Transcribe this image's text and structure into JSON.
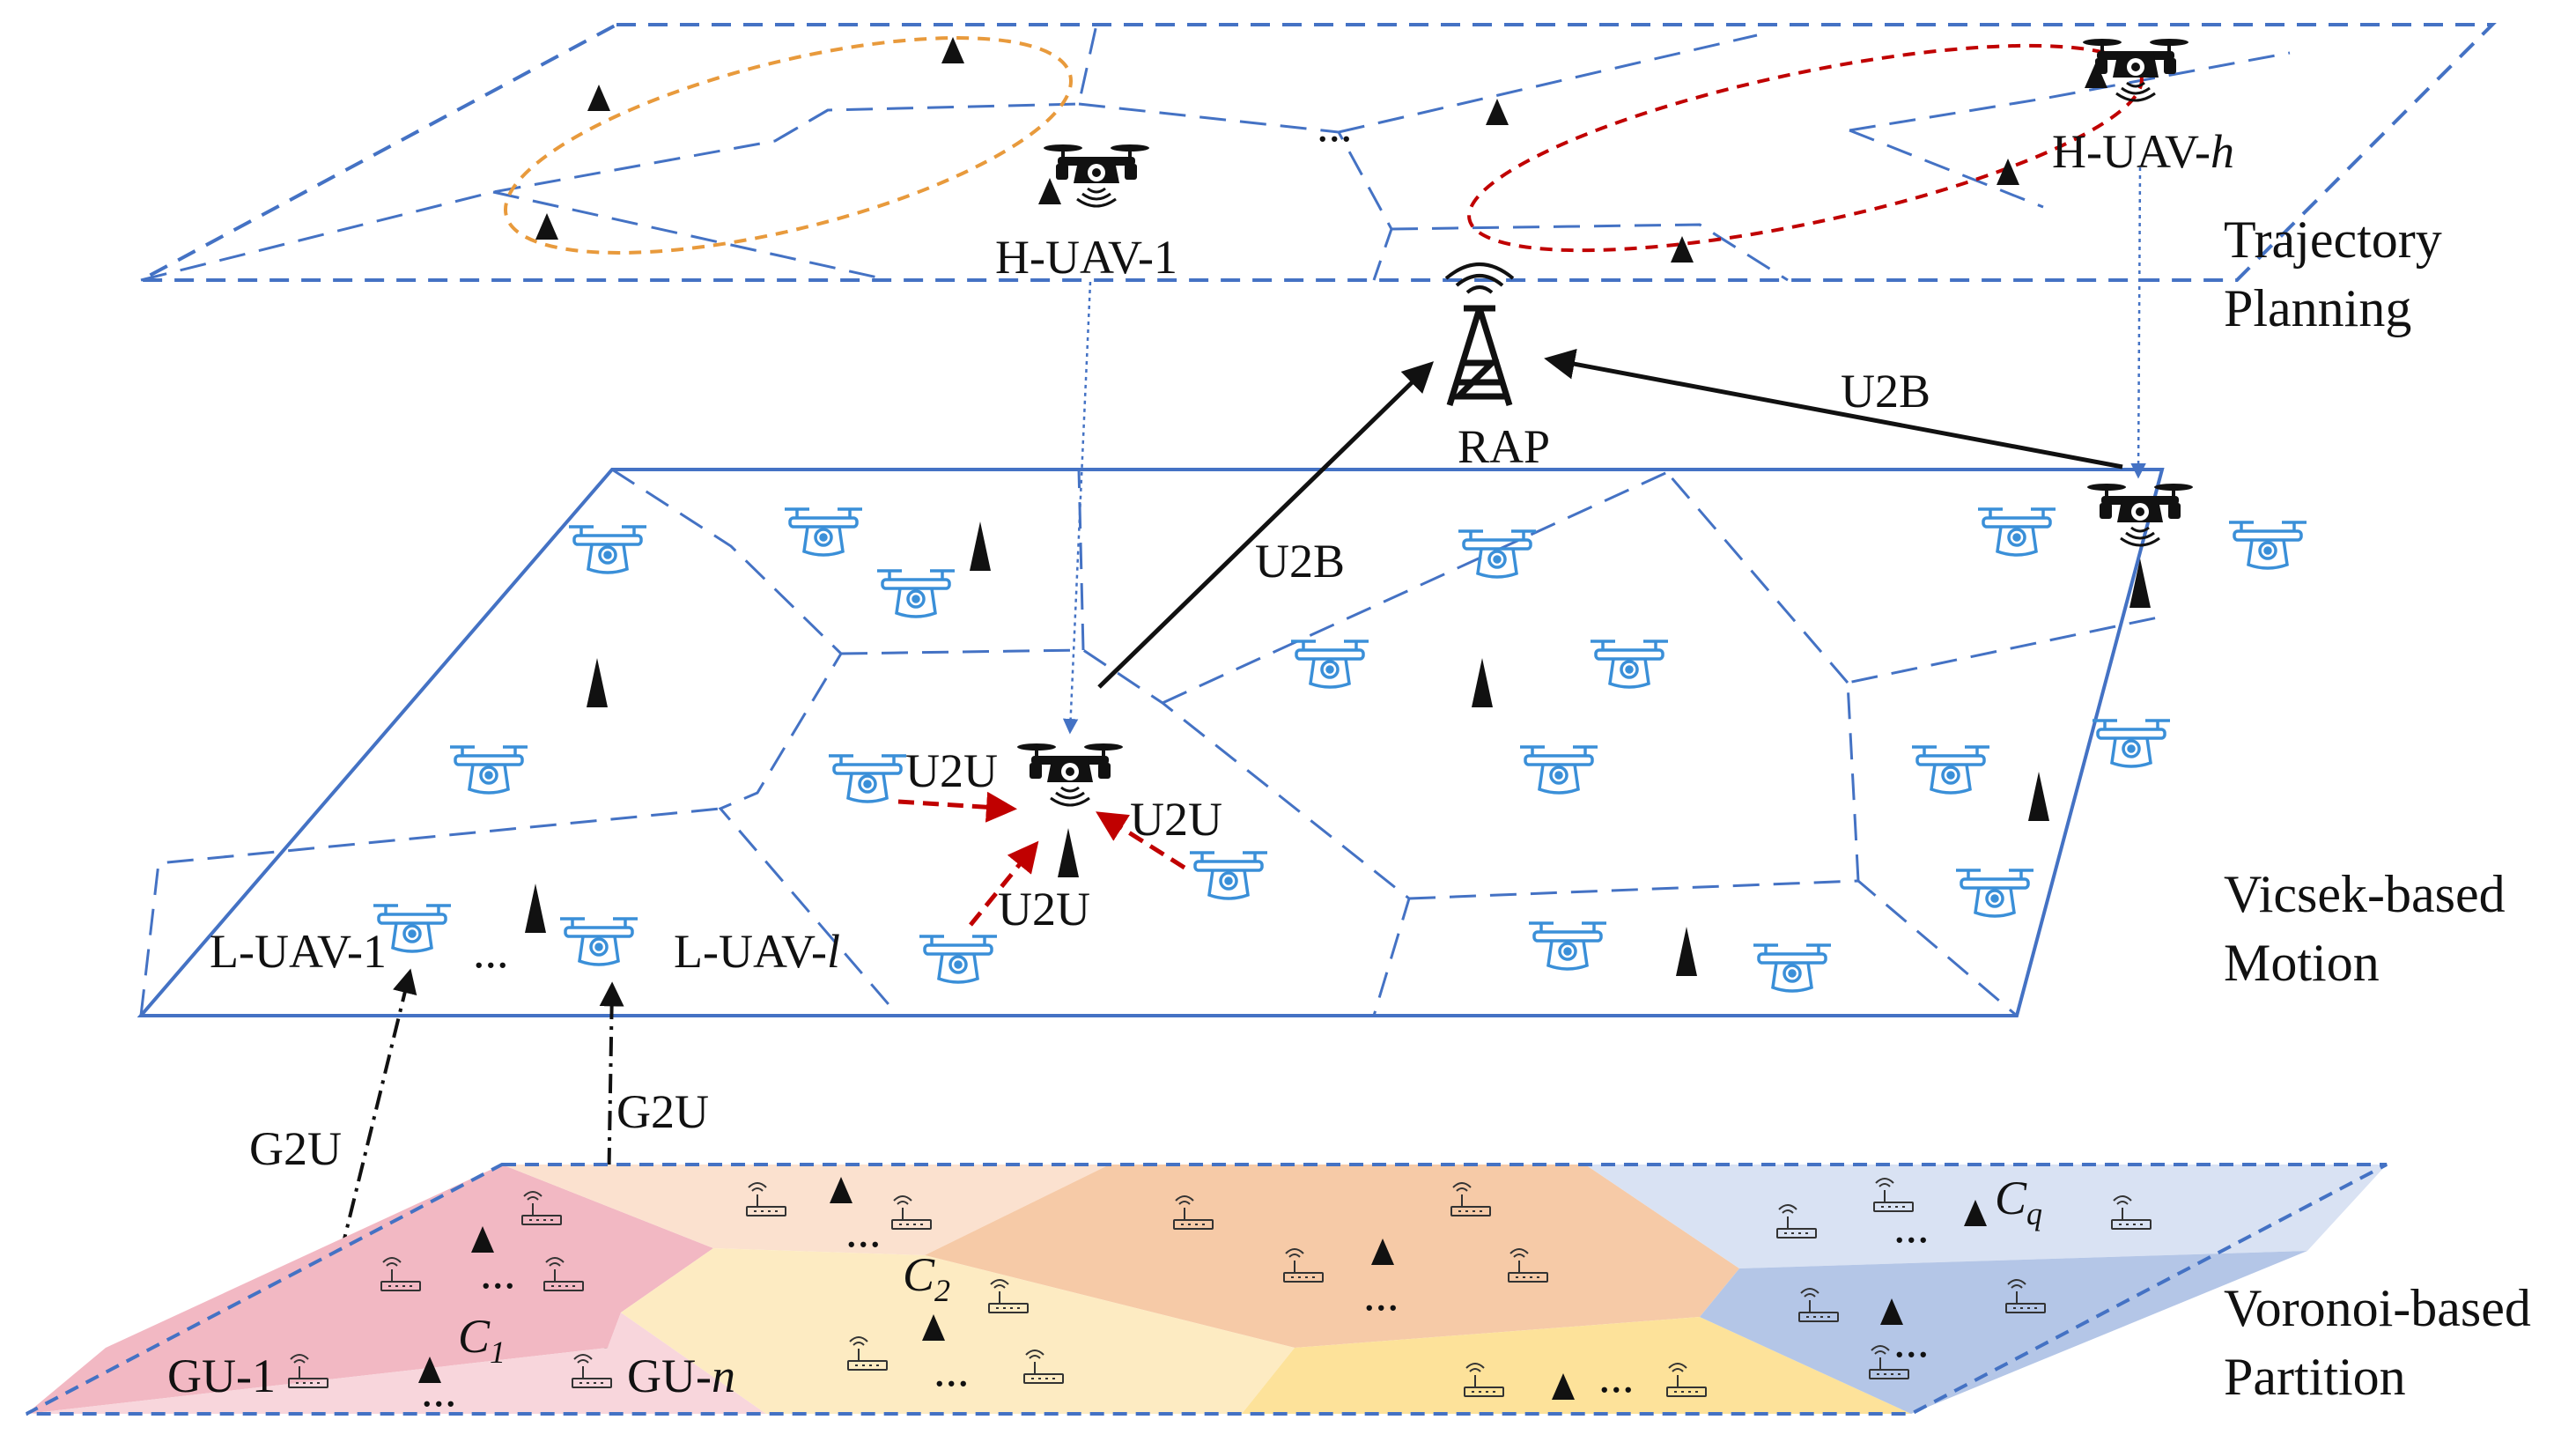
{
  "layers": {
    "top": "Trajectory\nPlanning",
    "middle": "Vicsek-based\nMotion",
    "bottom": "Voronoi-based\nPartition"
  },
  "labels": {
    "huav1": "H-UAV-1",
    "huavh_prefix": "H-UAV-",
    "huavh_var": "h",
    "rap": "RAP",
    "u2b_right": "U2B",
    "u2b_left": "U2B",
    "u2u_a": "U2U",
    "u2u_b": "U2U",
    "u2u_c": "U2U",
    "luav1": "L-UAV-1",
    "luavl_prefix": "L-UAV-",
    "luavl_var": "l",
    "g2u_left": "G2U",
    "g2u_right": "G2U",
    "gu1": "GU-1",
    "gun_prefix": "GU-",
    "gun_var": "n",
    "c1": "C",
    "c1_sub": "1",
    "c2": "C",
    "c2_sub": "2",
    "cq": "C",
    "cq_sub": "q",
    "ellipsis": "..."
  },
  "colors": {
    "plane_blue": "#4472c4",
    "uav_blue": "#3a8fd8",
    "orange_path": "#e89a3c",
    "red_path": "#c00000",
    "red_link": "#c00000",
    "region_pink": "#f2b8c3",
    "region_lightpink": "#f8d6dc",
    "region_peach": "#fbe1cf",
    "region_orange": "#f6caa7",
    "region_yellow": "#fdebc2",
    "region_gold": "#fde29a",
    "region_lightblue": "#d9e2f3",
    "region_blue": "#b4c6e7"
  },
  "icons": {
    "heavy_uav": "drone-black-icon",
    "light_uav": "drone-blue-icon",
    "rap": "antenna-tower-icon",
    "ground_user": "router-icon",
    "target": "triangle-marker-icon"
  }
}
